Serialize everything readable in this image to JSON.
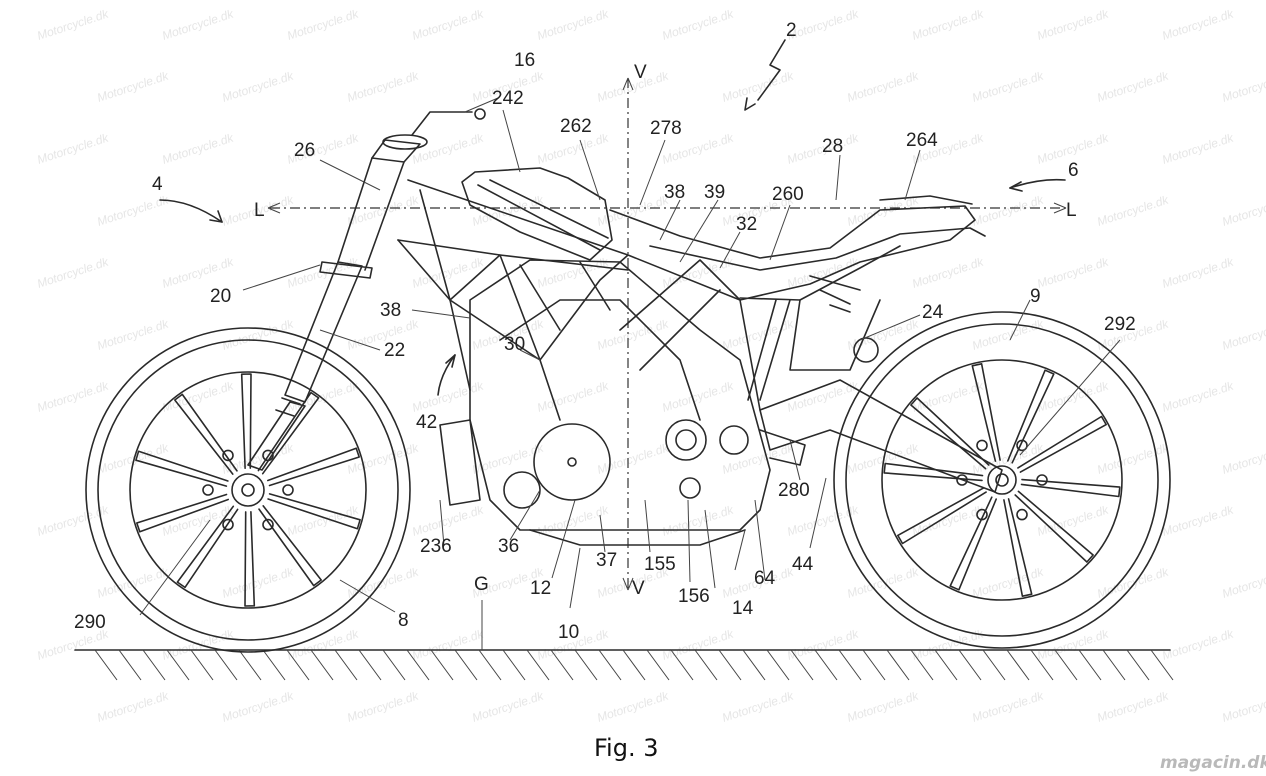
{
  "figure": {
    "caption": "Fig. 3"
  },
  "watermark": {
    "site": "magacin.dk",
    "tile_text": "Motorcycle.dk"
  },
  "labels": {
    "l2": "2",
    "l4": "4",
    "l6": "6",
    "l8": "8",
    "l9": "9",
    "l10": "10",
    "l12": "12",
    "l14": "14",
    "l16": "16",
    "l20": "20",
    "l22": "22",
    "l24": "24",
    "l26": "26",
    "l28": "28",
    "l30": "30",
    "l32": "32",
    "l36": "36",
    "l37": "37",
    "l38a": "38",
    "l38b": "38",
    "l39": "39",
    "l42": "42",
    "l44": "44",
    "l64": "64",
    "l155": "155",
    "l156": "156",
    "l236": "236",
    "l242": "242",
    "l260": "260",
    "l262": "262",
    "l264": "264",
    "l278": "278",
    "l280": "280",
    "l290": "290",
    "l292": "292",
    "axisV_top": "V",
    "axisV_bottom": "V",
    "axisL_left": "L",
    "axisL_right": "L",
    "ground": "G"
  }
}
